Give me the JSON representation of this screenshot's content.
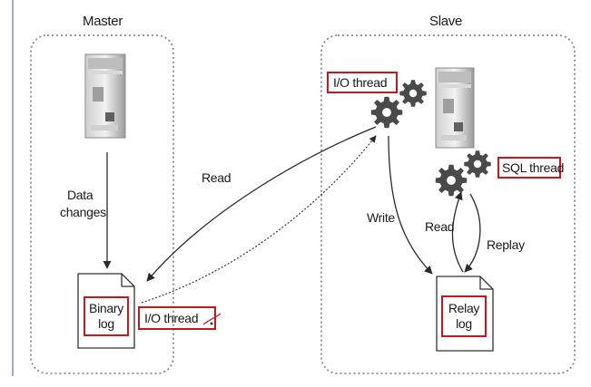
{
  "master": {
    "title": "Master",
    "data_changes": [
      "Data",
      "changes"
    ],
    "binary_log": [
      "Binary",
      "log"
    ],
    "io_thread": "I/O thread"
  },
  "slave": {
    "title": "Slave",
    "io_thread": "I/O thread",
    "sql_thread": "SQL thread",
    "relay_log": [
      "Relay",
      "log"
    ]
  },
  "arrows": {
    "read_left": "Read",
    "write": "Write",
    "read_right": "Read",
    "replay": "Replay"
  },
  "colors": {
    "highlight_box": "#c9151b",
    "panel_border": "#8a8a8a",
    "gear": "#4a4a4a",
    "arrow": "#2a2a2a"
  }
}
